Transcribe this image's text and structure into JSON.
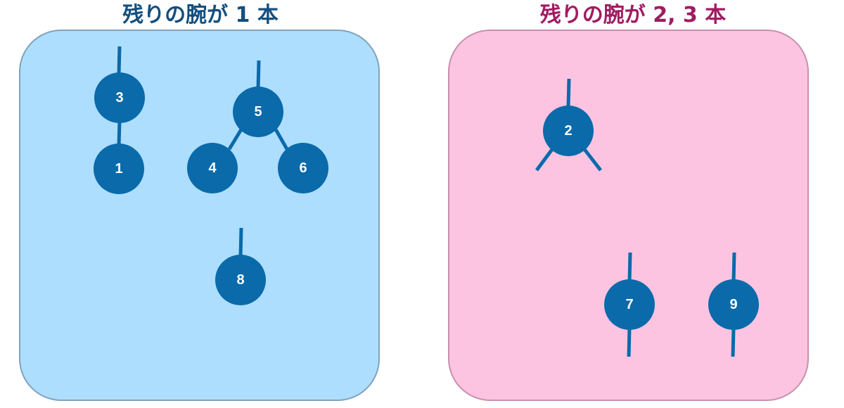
{
  "titles": {
    "left": "残りの腕が 1 本",
    "right": "残りの腕が 2, 3 本"
  },
  "colors": {
    "left_panel_fill": "#aedefd",
    "left_panel_border": "#7ea3bd",
    "right_panel_fill": "#fdc4e2",
    "right_panel_border": "#c890ad",
    "node_fill": "#0a6aaa",
    "left_title": "#144f7e",
    "right_title": "#a01c62"
  },
  "nodes": {
    "n1": "1",
    "n2": "2",
    "n3": "3",
    "n4": "4",
    "n5": "5",
    "n6": "6",
    "n7": "7",
    "n8": "8",
    "n9": "9"
  }
}
